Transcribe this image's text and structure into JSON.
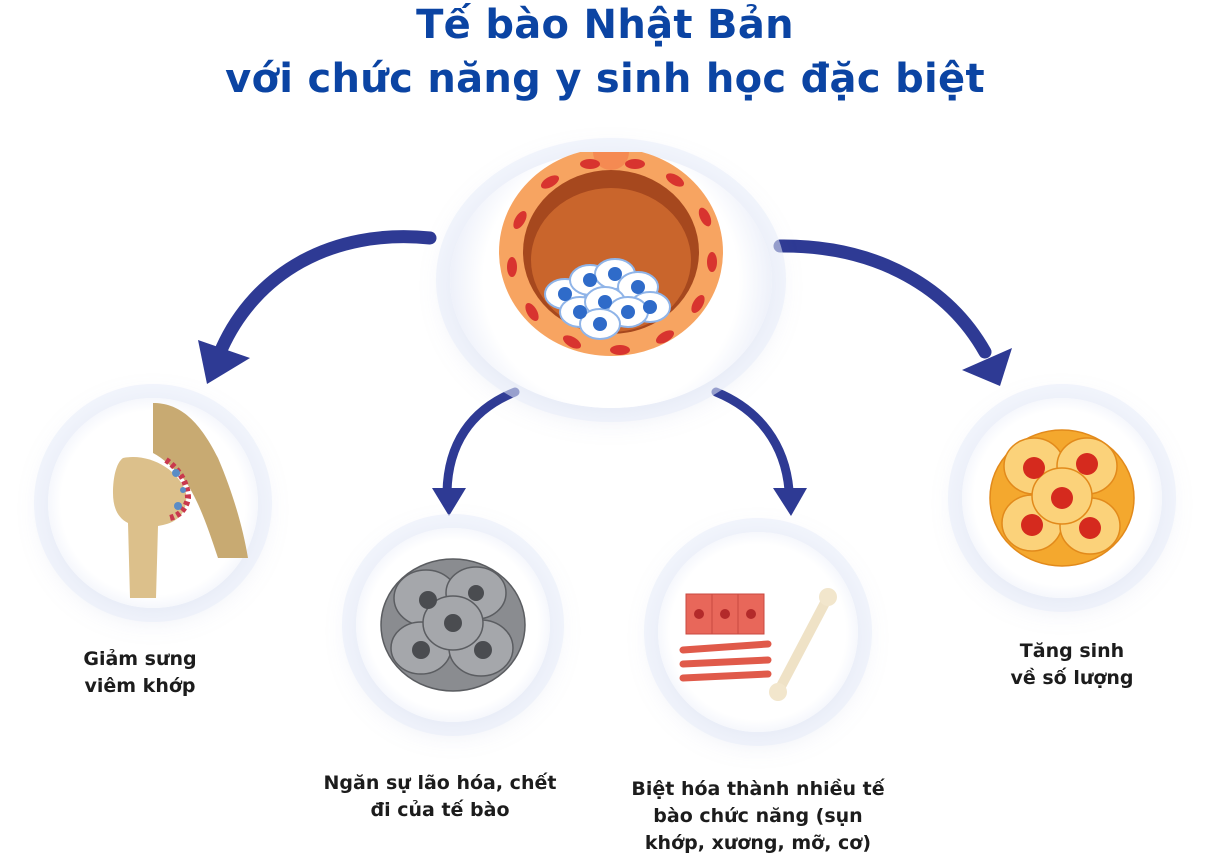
{
  "title": {
    "line1": "Tế bào Nhật Bản",
    "line2": "với chức năng y sinh học đặc biệt"
  },
  "colors": {
    "title": "#0b44a3",
    "arrow": "#2e3a94",
    "label": "#1c1c1c"
  },
  "center": {
    "icon": "blastocyst-cell-icon"
  },
  "items": [
    {
      "icon": "joint-bone-icon",
      "line1": "Giảm sưng",
      "line2": "viêm khớp"
    },
    {
      "icon": "gray-cell-cluster-icon",
      "line1": "Ngăn sự lão hóa, chết",
      "line2": "đi của tế bào"
    },
    {
      "icon": "tissue-differentiation-icon",
      "line1": "Biệt hóa thành nhiều tế",
      "line2": "bào chức năng (sụn",
      "line3": "khớp, xương, mỡ, cơ)"
    },
    {
      "icon": "cell-proliferation-icon",
      "line1": "Tăng sinh",
      "line2": "về số lượng"
    }
  ]
}
